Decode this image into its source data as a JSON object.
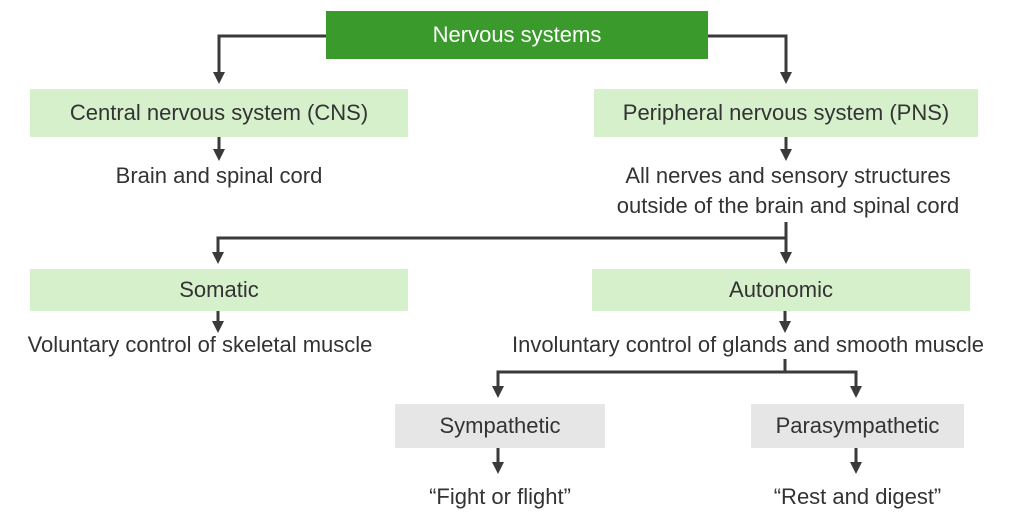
{
  "colors": {
    "top_fill": "#3a9a2b",
    "top_text": "#ffffff",
    "level_fill": "#d6f0cc",
    "leaf_fill": "#e6e6e6",
    "text": "#333333",
    "connector": "#3a3a3a"
  },
  "root": {
    "label": "Nervous systems"
  },
  "cns": {
    "label": "Central nervous system (CNS)",
    "desc": "Brain and spinal cord"
  },
  "pns": {
    "label": "Peripheral nervous system (PNS)",
    "desc_line1": "All nerves and sensory structures",
    "desc_line2": "outside of the brain and spinal cord"
  },
  "somatic": {
    "label": "Somatic",
    "desc": "Voluntary control of skeletal muscle"
  },
  "autonomic": {
    "label": "Autonomic",
    "desc": "Involuntary control of glands and smooth muscle"
  },
  "sympathetic": {
    "label": "Sympathetic",
    "desc": "“Fight or flight”"
  },
  "parasympathetic": {
    "label": "Parasympathetic",
    "desc": "“Rest and digest”"
  }
}
